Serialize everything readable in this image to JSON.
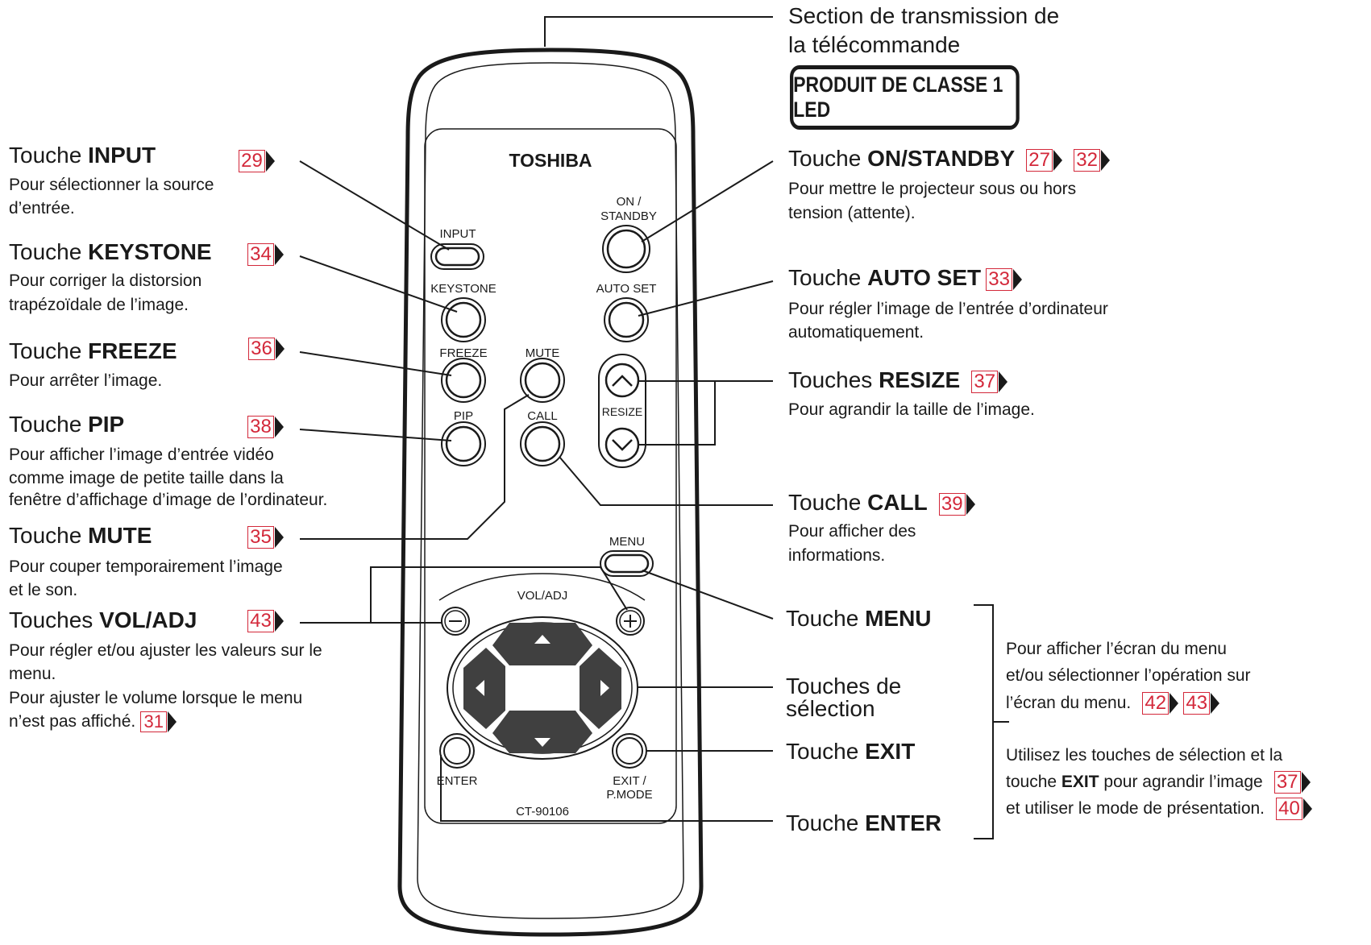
{
  "remote": {
    "brand": "TOSHIBA",
    "model": "CT-90106",
    "buttons": {
      "input": "INPUT",
      "keystone": "KEYSTONE",
      "freeze": "FREEZE",
      "mute": "MUTE",
      "pip": "PIP",
      "call": "CALL",
      "on_line1": "ON /",
      "on_line2": "STANDBY",
      "auto_set": "AUTO SET",
      "resize": "RESIZE",
      "menu": "MENU",
      "vol_adj": "VOL/ADJ",
      "enter": "ENTER",
      "exit_line1": "EXIT /",
      "exit_line2": "P.MODE"
    }
  },
  "header": {
    "transmission_line1": "Section de transmission de",
    "transmission_line2": "la télécommande",
    "class_label": "PRODUIT DE CLASSE 1 LED"
  },
  "left": {
    "input": {
      "prefix": "Touche ",
      "name": "INPUT",
      "ref": "29",
      "desc": [
        "Pour sélectionner la source",
        "d’entrée."
      ]
    },
    "keystone": {
      "prefix": "Touche ",
      "name": "KEYSTONE",
      "ref": "34",
      "desc": [
        "Pour corriger la distorsion",
        "trapézoïdale de l’image."
      ]
    },
    "freeze": {
      "prefix": "Touche ",
      "name": "FREEZE",
      "ref": "36",
      "desc": [
        "Pour arrêter l’image."
      ]
    },
    "pip": {
      "prefix": "Touche ",
      "name": "PIP",
      "ref": "38",
      "desc": [
        "Pour afficher l’image d’entrée vidéo",
        "comme image de petite taille dans la",
        "fenêtre d’affichage d’image de l’ordinateur."
      ]
    },
    "mute": {
      "prefix": "Touche ",
      "name": "MUTE",
      "ref": "35",
      "desc": [
        "Pour couper temporairement l’image",
        "et le son."
      ]
    },
    "voladj": {
      "prefix": "Touches ",
      "name": "VOL/ADJ",
      "ref": "43",
      "desc": [
        "Pour régler et/ou ajuster les valeurs sur le",
        "menu.",
        "Pour ajuster le volume lorsque le menu",
        "n’est pas affiché."
      ],
      "ref2": "31"
    }
  },
  "right": {
    "onstandby": {
      "prefix": "Touche ",
      "name": "ON/STANDBY",
      "refs": [
        "27",
        "32"
      ],
      "desc": [
        "Pour mettre le projecteur sous ou hors",
        "tension (attente)."
      ]
    },
    "autoset": {
      "prefix": "Touche ",
      "name": "AUTO SET",
      "ref": "33",
      "desc": [
        "Pour régler l’image de l’entrée d’ordinateur",
        "automatiquement."
      ]
    },
    "resize": {
      "prefix": "Touches ",
      "name": "RESIZE",
      "ref": "37",
      "desc": [
        "Pour agrandir la taille de l’image."
      ]
    },
    "call": {
      "prefix": "Touche ",
      "name": "CALL",
      "ref": "39",
      "desc": [
        "Pour afficher des",
        "informations."
      ]
    },
    "menu": {
      "prefix": "Touche ",
      "name": "MENU"
    },
    "selection": {
      "line1": "Touches de",
      "line2": "sélection"
    },
    "exit": {
      "prefix": "Touche ",
      "name": "EXIT"
    },
    "enter": {
      "prefix": "Touche ",
      "name": "ENTER"
    }
  },
  "notes": {
    "menu_note": [
      "Pour afficher l’écran du menu",
      "et/ou sélectionner l’opération sur",
      "l’écran du menu."
    ],
    "menu_refs": [
      "42",
      "43"
    ],
    "exit_note_line1": "Utilisez les touches de sélection et la",
    "exit_note_pre": "touche ",
    "exit_note_bold": "EXIT",
    "exit_note_post": " pour agrandir l’image",
    "exit_note_line3": "et utiliser le mode de présentation.",
    "exit_refs": [
      "37",
      "40"
    ]
  }
}
